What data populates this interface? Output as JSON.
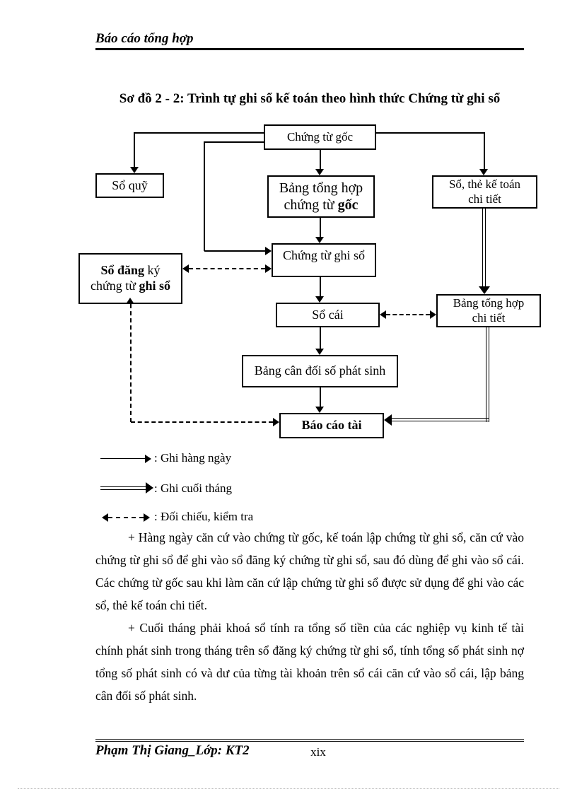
{
  "header": {
    "title": "Báo cáo tổng hợp"
  },
  "diagram_title": "Sơ đồ 2 - 2: Trình tự ghi sổ kế toán theo hình thức Chứng từ ghi sổ",
  "flowchart": {
    "chung_tu_goc": "Chứng từ gốc",
    "so_quy": "Sổ quỹ",
    "bang_tong_hop": {
      "line1": "Bảng tổng hợp",
      "line2_normal": "chứng từ ",
      "line2_bold": "gốc"
    },
    "so_the_ke_toan": {
      "line1": "Sổ, thẻ kế toán",
      "line2": "chi tiết"
    },
    "chung_tu_ghi_so": "Chứng từ ghi sổ",
    "so_dang_ky": {
      "line1_bold": "Sổ đăng",
      "line1_normal": " ký",
      "line2_normal": "chứng từ ",
      "line2_bold": "ghi sổ"
    },
    "so_cai": "Sổ cái",
    "bang_tong_hop_chi_tiet": {
      "line1": "Bảng tổng hợp",
      "line2": "chi tiết"
    },
    "bang_can_doi": "Bảng cân đối số phát sinh",
    "bao_cao_tai": "Báo cáo tài"
  },
  "legend": {
    "daily": ": Ghi hàng ngày",
    "monthly": ": Ghi cuối tháng",
    "compare": ": Đối chiếu, kiểm tra"
  },
  "paragraphs": {
    "p1": "+ Hàng ngày căn cứ vào chứng từ gốc, kế toán lập chứng từ ghi sổ, căn cứ vào chứng từ ghi sổ để ghi vào sổ đăng ký chứng từ ghi sổ, sau đó dùng để ghi vào sổ cái. Các chứng từ gốc sau khi làm căn cứ lập chứng từ ghi sổ được sử dụng để ghi vào các sổ, thẻ kế toán chi tiết.",
    "p2": "+ Cuối tháng phải khoá sổ tính ra tổng số tiền của các nghiệp vụ kinh tế tài chính phát sinh trong tháng trên sổ đăng ký chứng từ ghi sổ, tính tổng số phát sinh nợ tổng số phát sinh có và dư của từng tài khoản trên sổ cái căn cứ vào sổ cái, lập bảng cân đối số phát sinh."
  },
  "footer": {
    "author": "Phạm Thị Giang_Lớp: KT2",
    "page_number": "xix"
  },
  "colors": {
    "ink": "#000000",
    "paper": "#ffffff"
  }
}
